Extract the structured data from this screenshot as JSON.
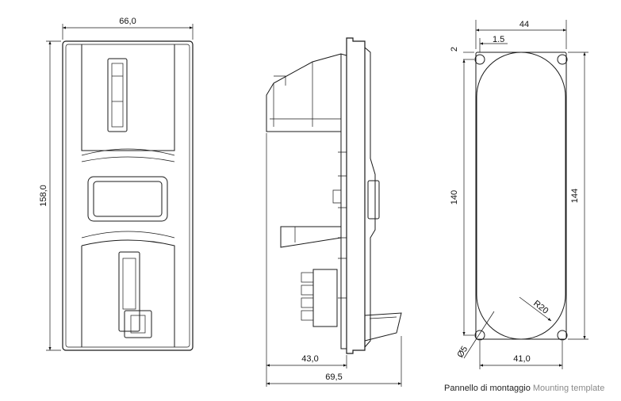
{
  "front_view": {
    "width_label": "66,0",
    "height_label": "158,0"
  },
  "side_view": {
    "depth_label": "43,0",
    "total_depth_label": "69,5"
  },
  "template": {
    "top_width": "44",
    "hole_offset_v": "2",
    "hole_offset_h": "1.5",
    "inner_height": "140",
    "outer_height": "144",
    "radius": "R20",
    "hole_diameter": "Ø5",
    "bottom_width": "41,0"
  },
  "caption": {
    "italian": "Pannello di montaggio",
    "english": "Mounting template"
  }
}
